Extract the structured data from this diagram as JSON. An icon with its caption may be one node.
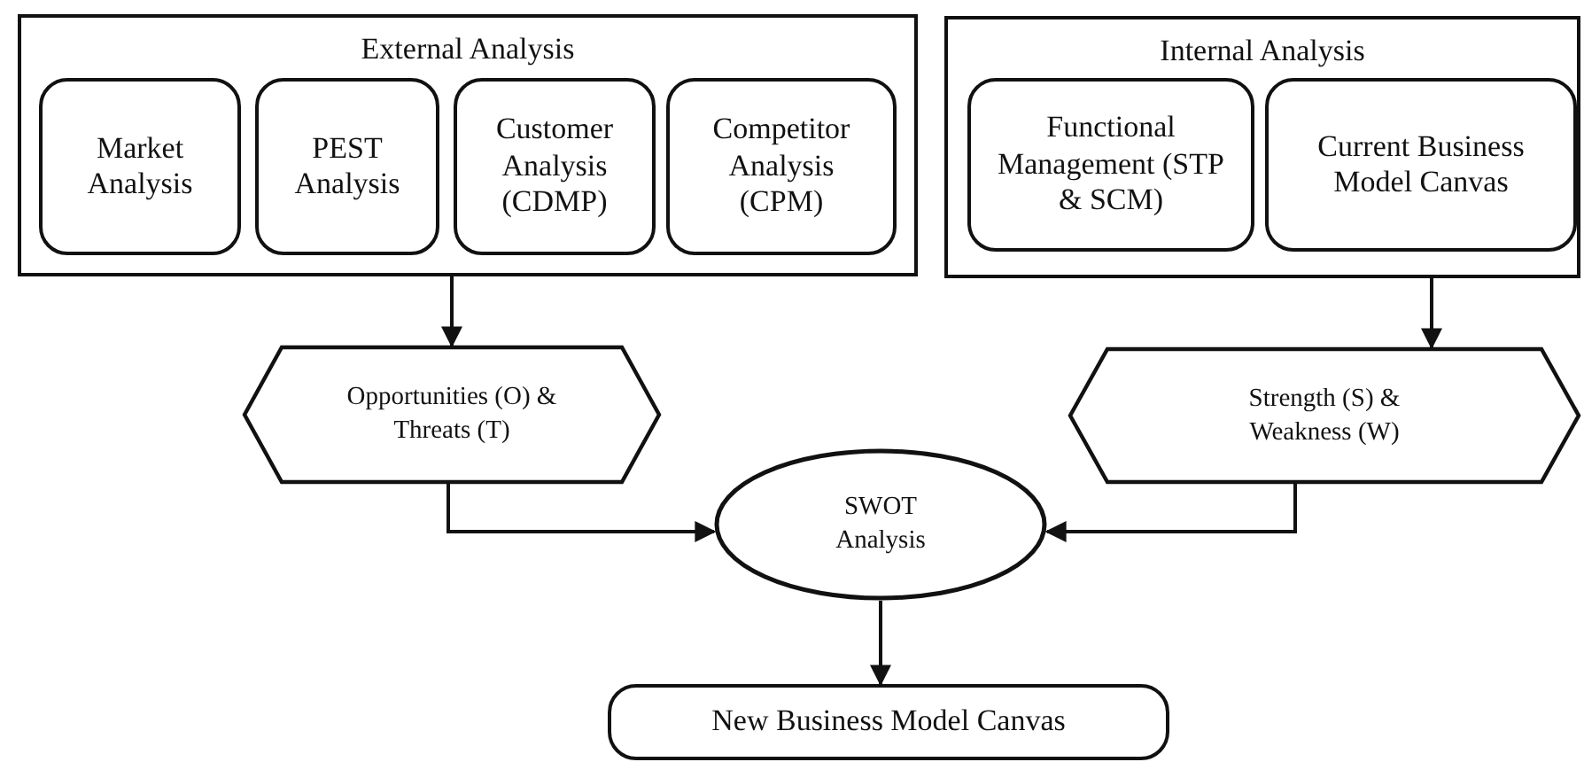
{
  "diagram": {
    "nodes": [
      {
        "text": [
          "External Analysis"
        ]
      },
      {
        "text": [
          "Market Analysis"
        ],
        "in": 0
      },
      {
        "text": [
          "PEST Analysis"
        ],
        "in": 0
      },
      {
        "text": [
          "Customer Analysis (CDMP)"
        ],
        "in": 0
      },
      {
        "text": [
          "Competitor Analysis (CPM)"
        ],
        "in": 0
      },
      {
        "text": [
          "Internal Analysis"
        ]
      },
      {
        "text": [
          "Functional Management (STP & SCM)"
        ],
        "in": 5
      },
      {
        "text": [
          "Current Business Model Canvas"
        ],
        "in": 5
      },
      {
        "text": [
          "Opportunities (O) & Threats (T)"
        ]
      },
      {
        "text": [
          "Strength (S) & Weakness (W)"
        ]
      },
      {
        "text": [
          "SWOT Analysis"
        ]
      },
      {
        "text": [
          "New Business Model Canvas"
        ]
      }
    ],
    "edges": [
      {
        "from": 0,
        "to": 8,
        "arrow": "to"
      },
      {
        "from": 5,
        "to": 9,
        "arrow": "to"
      },
      {
        "from": 8,
        "to": 10,
        "arrow": "to"
      },
      {
        "from": 9,
        "to": 10,
        "arrow": "to"
      },
      {
        "from": 10,
        "to": 11,
        "arrow": "to"
      }
    ]
  }
}
